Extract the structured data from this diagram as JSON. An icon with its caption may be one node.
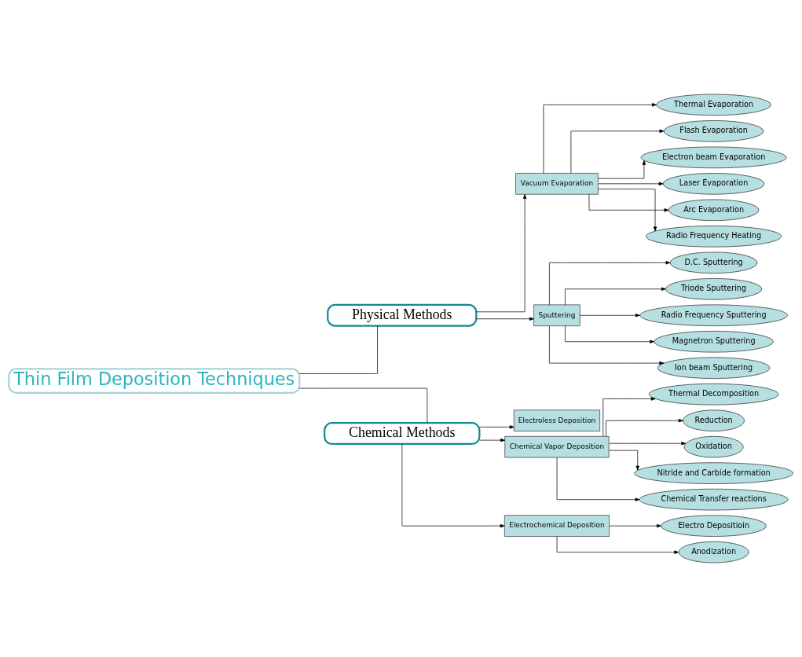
{
  "diagram": {
    "nodes": [
      {
        "text": [
          "Thin Film Deposition Techniques"
        ]
      },
      {
        "text": [
          "Physical Methods"
        ]
      },
      {
        "text": [
          "Chemical Methods"
        ]
      },
      {
        "text": [
          "Vacuum Evaporation"
        ]
      },
      {
        "text": [
          "Sputtering"
        ]
      },
      {
        "text": [
          "Thermal Evaporation"
        ]
      },
      {
        "text": [
          "Flash Evaporation"
        ]
      },
      {
        "text": [
          "Electron beam Evaporation"
        ]
      },
      {
        "text": [
          "Laser Evaporation"
        ]
      },
      {
        "text": [
          "Arc Evaporation"
        ]
      },
      {
        "text": [
          "Radio Frequency Heating"
        ]
      },
      {
        "text": [
          "D.C. Sputtering"
        ]
      },
      {
        "text": [
          "Triode Sputtering"
        ]
      },
      {
        "text": [
          "Radio Frequency Sputtering"
        ]
      },
      {
        "text": [
          "Magnetron Sputtering"
        ]
      },
      {
        "text": [
          "Ion beam Sputtering"
        ]
      },
      {
        "text": [
          "Electroless Deposition"
        ]
      },
      {
        "text": [
          "Chemical Vapor Deposition"
        ]
      },
      {
        "text": [
          "Electrochemical Deposition"
        ]
      },
      {
        "text": [
          "Thermal Decomposition"
        ]
      },
      {
        "text": [
          "Reduction"
        ]
      },
      {
        "text": [
          "Oxidation"
        ]
      },
      {
        "text": [
          "Nitride and Carbide formation"
        ]
      },
      {
        "text": [
          "Chemical Transfer reactions"
        ]
      },
      {
        "text": [
          "Electro Depositioin"
        ]
      },
      {
        "text": [
          "Anodization"
        ]
      }
    ],
    "edges": [
      {
        "from": 0,
        "to": 1,
        "arrow": "none"
      },
      {
        "from": 0,
        "to": 2,
        "arrow": "none"
      },
      {
        "from": 1,
        "to": 3,
        "arrow": "to"
      },
      {
        "from": 1,
        "to": 4,
        "arrow": "to"
      },
      {
        "from": 2,
        "to": 17,
        "arrow": "to"
      },
      {
        "from": 2,
        "to": 16,
        "arrow": "to"
      },
      {
        "from": 2,
        "to": 18,
        "arrow": "to"
      },
      {
        "from": 3,
        "to": 5,
        "arrow": "to"
      },
      {
        "from": 3,
        "to": 6,
        "arrow": "to"
      },
      {
        "from": 3,
        "to": 7,
        "arrow": "to"
      },
      {
        "from": 3,
        "to": 8,
        "arrow": "to"
      },
      {
        "from": 3,
        "to": 9,
        "arrow": "to"
      },
      {
        "from": 3,
        "to": 10,
        "arrow": "to"
      },
      {
        "from": 4,
        "to": 11,
        "arrow": "to"
      },
      {
        "from": 4,
        "to": 12,
        "arrow": "to"
      },
      {
        "from": 4,
        "to": 13,
        "arrow": "to"
      },
      {
        "from": 4,
        "to": 14,
        "arrow": "to"
      },
      {
        "from": 4,
        "to": 15,
        "arrow": "to"
      },
      {
        "from": 17,
        "to": 19,
        "arrow": "to"
      },
      {
        "from": 17,
        "to": 20,
        "arrow": "to"
      },
      {
        "from": 17,
        "to": 21,
        "arrow": "to"
      },
      {
        "from": 17,
        "to": 22,
        "arrow": "to"
      },
      {
        "from": 17,
        "to": 23,
        "arrow": "to"
      },
      {
        "from": 18,
        "to": 24,
        "arrow": "to"
      },
      {
        "from": 18,
        "to": 25,
        "arrow": "to"
      }
    ]
  }
}
